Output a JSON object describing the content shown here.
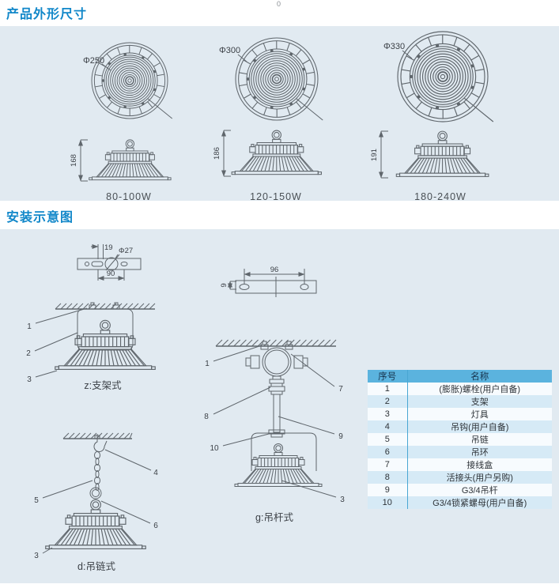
{
  "page": {
    "top_mark": "0"
  },
  "colors": {
    "accent": "#1187c9",
    "panel_bg": "#e1eaf1",
    "table_header_bg": "#5bb3de",
    "table_stripe": "#d6eaf6",
    "table_row": "#f7fbfe",
    "line": "#5f666c",
    "text": "#3c4147"
  },
  "dimensions_section": {
    "title": "产品外形尺寸",
    "models": [
      {
        "diameter": "Φ250",
        "height": "168",
        "watt_range": "80-100W"
      },
      {
        "diameter": "Φ300",
        "height": "186",
        "watt_range": "120-150W"
      },
      {
        "diameter": "Φ330",
        "height": "191",
        "watt_range": "180-240W"
      }
    ]
  },
  "installation_section": {
    "title": "安装示意图",
    "bracket_drawing": {
      "slot_width": "19",
      "hole_diameter": "Φ27",
      "hole_spacing": "90"
    },
    "plate_drawing": {
      "hole_spacing": "96",
      "hole_height": "9"
    },
    "mount_bracket": {
      "caption": "z:支架式",
      "leaders": {
        "l1": "1",
        "l2": "2",
        "l3": "3"
      }
    },
    "mount_chain": {
      "caption": "d:吊链式",
      "leaders": {
        "l4": "4",
        "l5": "5",
        "l6": "6",
        "l3": "3"
      }
    },
    "mount_rod": {
      "caption": "g:吊杆式",
      "leaders": {
        "l1": "1",
        "l7": "7",
        "l8": "8",
        "l9": "9",
        "l10": "10",
        "l3": "3"
      }
    },
    "parts_table": {
      "headers": [
        "序号",
        "名称"
      ],
      "rows": [
        [
          "1",
          "(膨胀)螺栓(用户自备)"
        ],
        [
          "2",
          "支架"
        ],
        [
          "3",
          "灯具"
        ],
        [
          "4",
          "吊钩(用户自备)"
        ],
        [
          "5",
          "吊链"
        ],
        [
          "6",
          "吊环"
        ],
        [
          "7",
          "接线盒"
        ],
        [
          "8",
          "活接头(用户另购)"
        ],
        [
          "9",
          "G3/4吊杆"
        ],
        [
          "10",
          "G3/4锁紧螺母(用户自备)"
        ]
      ]
    }
  }
}
